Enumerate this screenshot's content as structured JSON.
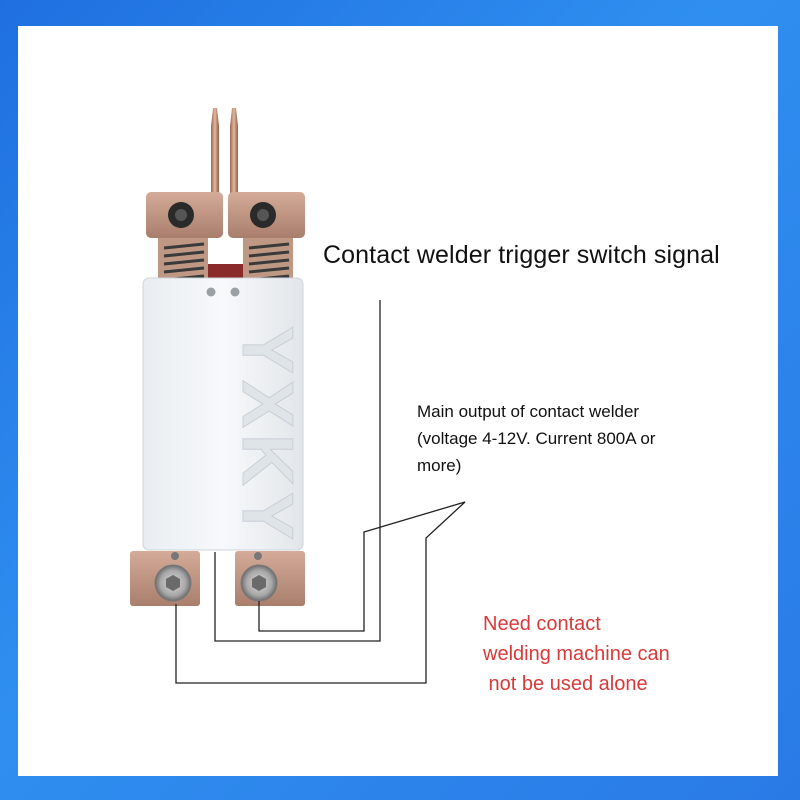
{
  "device": {
    "brand_text": "YXKY"
  },
  "labels": {
    "trigger_signal": "Contact welder trigger switch signal",
    "main_output_line1": "Main output of contact welder",
    "main_output_line2": "(voltage 4-12V. Current 800A or",
    "main_output_line3": "more)",
    "note_line1": "Need contact",
    "note_line2": "welding machine can",
    "note_line3": " not be used alone"
  },
  "colors": {
    "background_blue": "#2a7ae6",
    "note_red": "#d83a3a",
    "copper": "#b98a77"
  }
}
